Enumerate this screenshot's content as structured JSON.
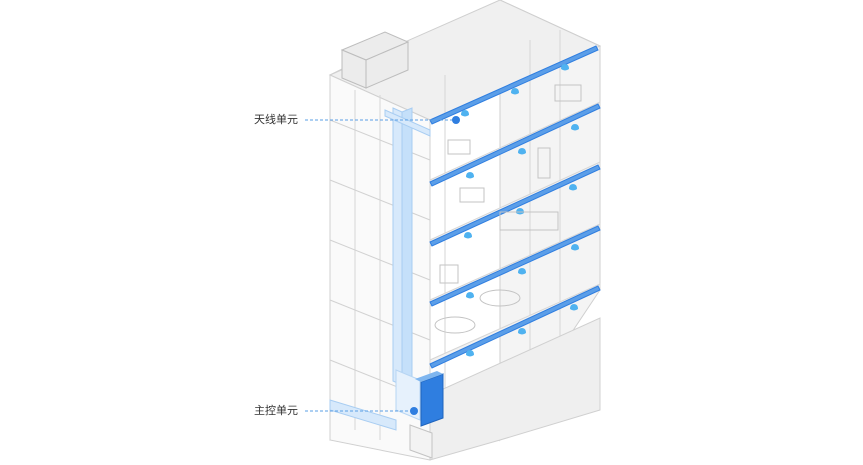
{
  "diagram": {
    "labels": {
      "antenna_unit": "天线单元",
      "main_control_unit": "主控单元"
    },
    "colors": {
      "accent": "#2f7ee0",
      "accent_light": "#9fcaf5",
      "wall_stroke": "#c9c9c9",
      "wall_fill": "#f4f4f4",
      "leader_line": "#5a9fe6"
    },
    "floor_count": 6,
    "icons": [
      "antenna-node-icon",
      "control-cabinet-icon"
    ]
  }
}
